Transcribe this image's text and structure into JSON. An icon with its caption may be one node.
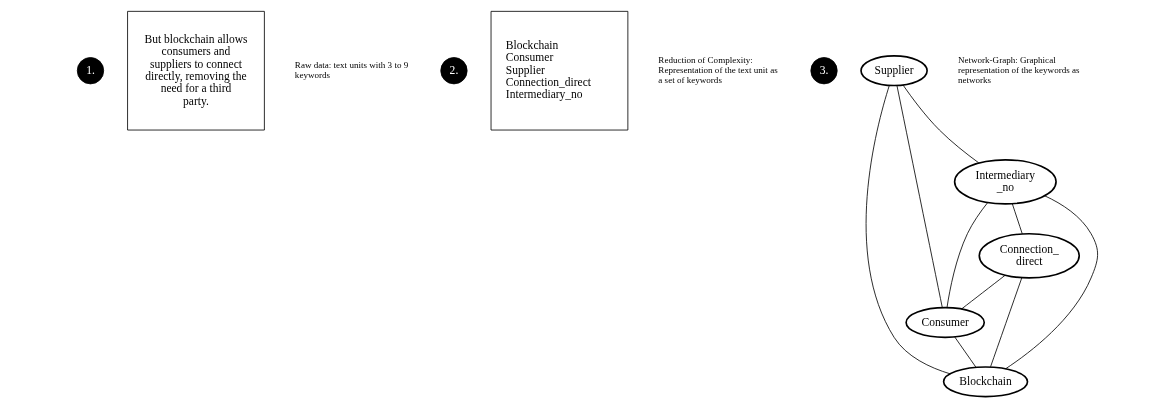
{
  "diagram": {
    "nodes": [
      {
        "text": [
          "1."
        ]
      },
      {
        "text": [
          "But blockchain allows consumers and suppliers to connect directly, removing the need for a third party."
        ],
        "beside": [
          "Raw data: text units with 3 to 9 keywords"
        ]
      },
      {
        "text": [
          "2."
        ]
      },
      {
        "text": [
          "Blockchain",
          "Consumer",
          "Supplier",
          "Connection_direct",
          "Intermediary_no"
        ],
        "beside": [
          "Reduction of Complexity: Representation of the text unit as a set of keywords"
        ]
      },
      {
        "text": [
          "3."
        ]
      },
      {
        "text": [
          "Blockchain"
        ]
      },
      {
        "text": [
          "Supplier"
        ]
      },
      {
        "text": [
          "Consumer"
        ]
      },
      {
        "text": [
          "Intermediary _no"
        ]
      },
      {
        "text": [
          "Connection_ direct"
        ]
      }
    ],
    "edges": [
      {
        "from": 6,
        "to": 5,
        "arrow": "none"
      },
      {
        "from": 8,
        "to": 5,
        "arrow": "none"
      },
      {
        "from": 9,
        "to": 5,
        "arrow": "none"
      },
      {
        "from": 7,
        "to": 5,
        "arrow": "none"
      },
      {
        "from": 6,
        "to": 7,
        "arrow": "none"
      },
      {
        "from": 6,
        "to": 8,
        "arrow": "none"
      },
      {
        "from": 8,
        "to": 7,
        "arrow": "none"
      },
      {
        "from": 9,
        "to": 7,
        "arrow": "none"
      },
      {
        "from": 8,
        "to": 9,
        "arrow": "none"
      }
    ],
    "labels": [
      "Network-Graph: Graphical representation of the keywords as networks"
    ]
  }
}
